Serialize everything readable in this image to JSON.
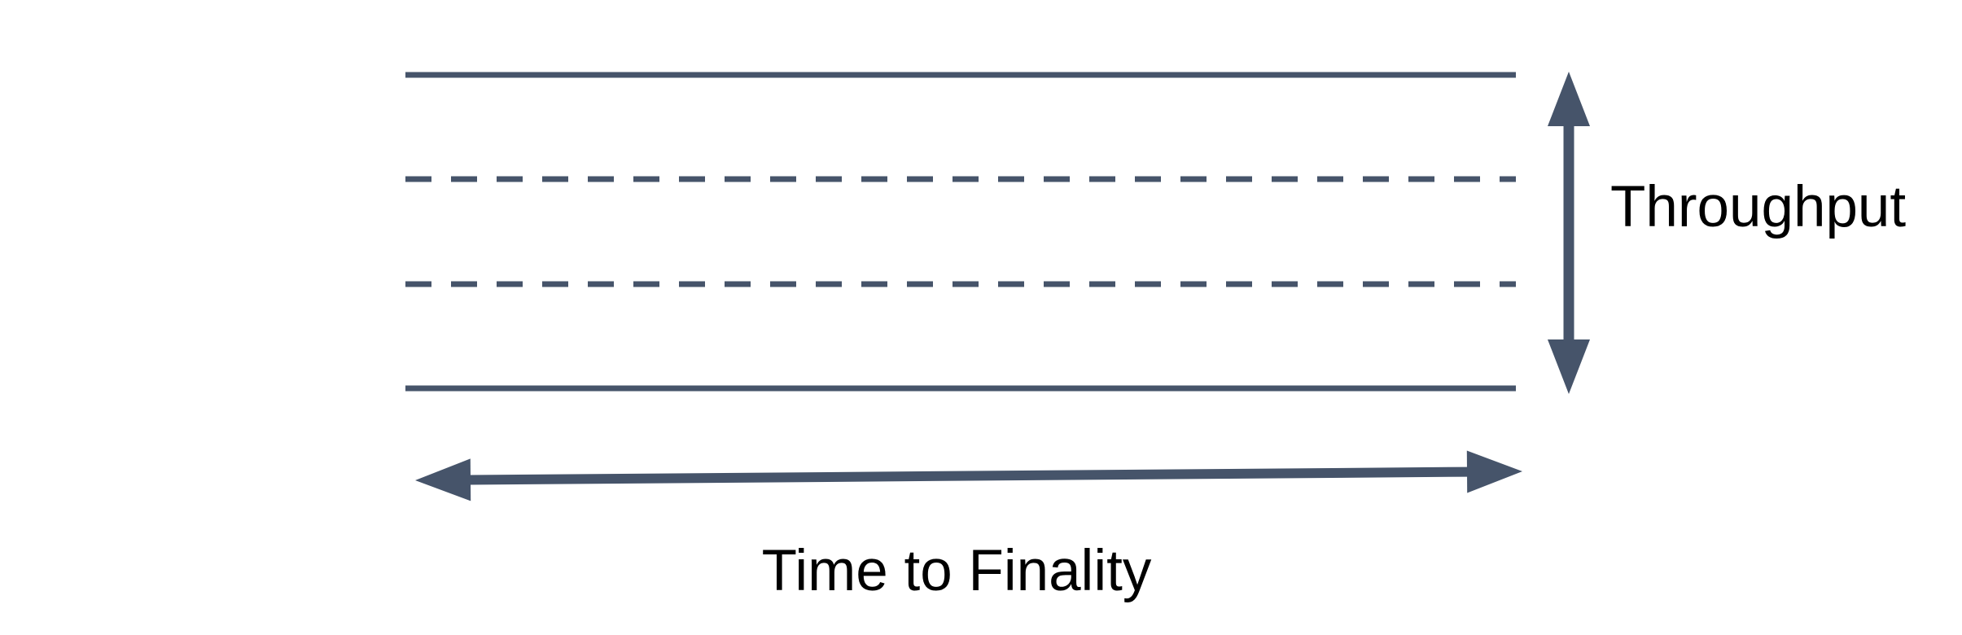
{
  "diagram": {
    "colors": {
      "stroke": "#46546A",
      "label": "#000000",
      "background": "#FFFFFF"
    },
    "band": {
      "line_styles": [
        "solid",
        "dashed",
        "dashed",
        "solid"
      ]
    },
    "labels": {
      "throughput": "Throughput",
      "time_to_finality": "Time to Finality"
    }
  }
}
